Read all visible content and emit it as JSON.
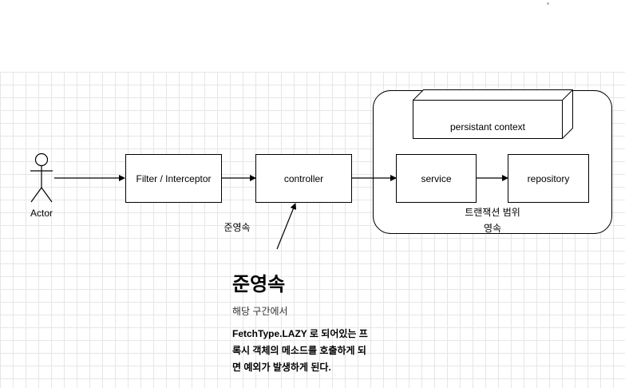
{
  "actor": {
    "label": "Actor"
  },
  "nodes": {
    "filter": "Filter / Interceptor",
    "controller": "controller",
    "service": "service",
    "repository": "repository",
    "persistence_context": "persistant context"
  },
  "labels": {
    "osiv_small": "준영속",
    "transaction_scope": "트랜잭션 범위",
    "persistent": "영속"
  },
  "note": {
    "title": "준영속",
    "subtitle": "해당 구간에서",
    "description_line1": "FetchType.LAZY 로 되어있는 프",
    "description_line2": "록시 객체의 메소드를 호출하게 되",
    "description_line3": "면 예외가 발생하게 된다."
  }
}
